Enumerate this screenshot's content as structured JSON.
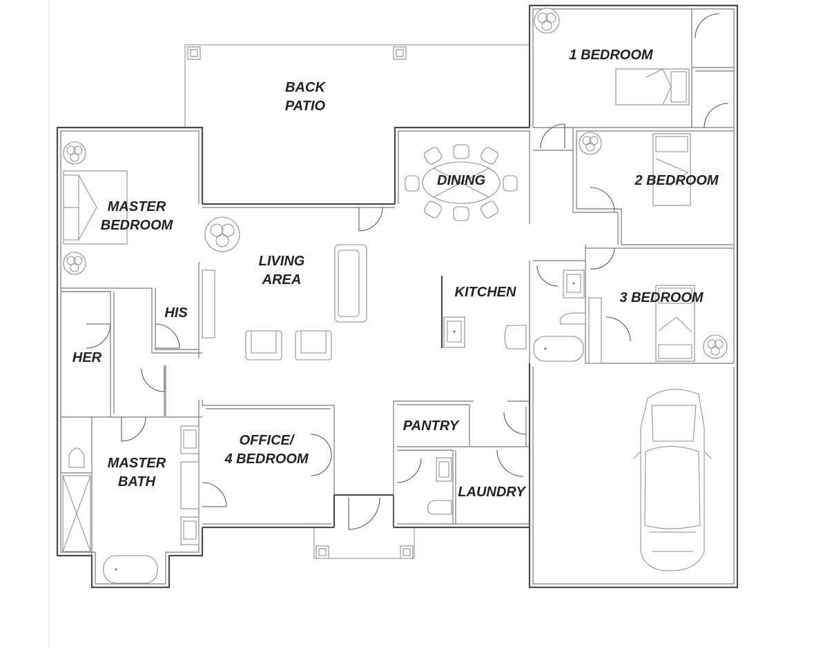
{
  "rooms": {
    "back_patio": [
      "BACK",
      "PATIO"
    ],
    "bedroom_1": "1 BEDROOM",
    "bedroom_2": "2 BEDROOM",
    "bedroom_3": "3 BEDROOM",
    "dining": "DINING",
    "master_bedroom": [
      "MASTER",
      "BEDROOM"
    ],
    "living_area": [
      "LIVING",
      "AREA"
    ],
    "kitchen": "KITCHEN",
    "his": "HIS",
    "her": "HER",
    "master_bath": [
      "MASTER",
      "BATH"
    ],
    "office": [
      "OFFICE/",
      "4 BEDROOM"
    ],
    "pantry": "PANTRY",
    "laundry": "LAUNDRY"
  },
  "colors": {
    "wall": "#4a4a4a",
    "fixture": "#8a8a8a",
    "text": "#222222",
    "background": "#ffffff"
  }
}
